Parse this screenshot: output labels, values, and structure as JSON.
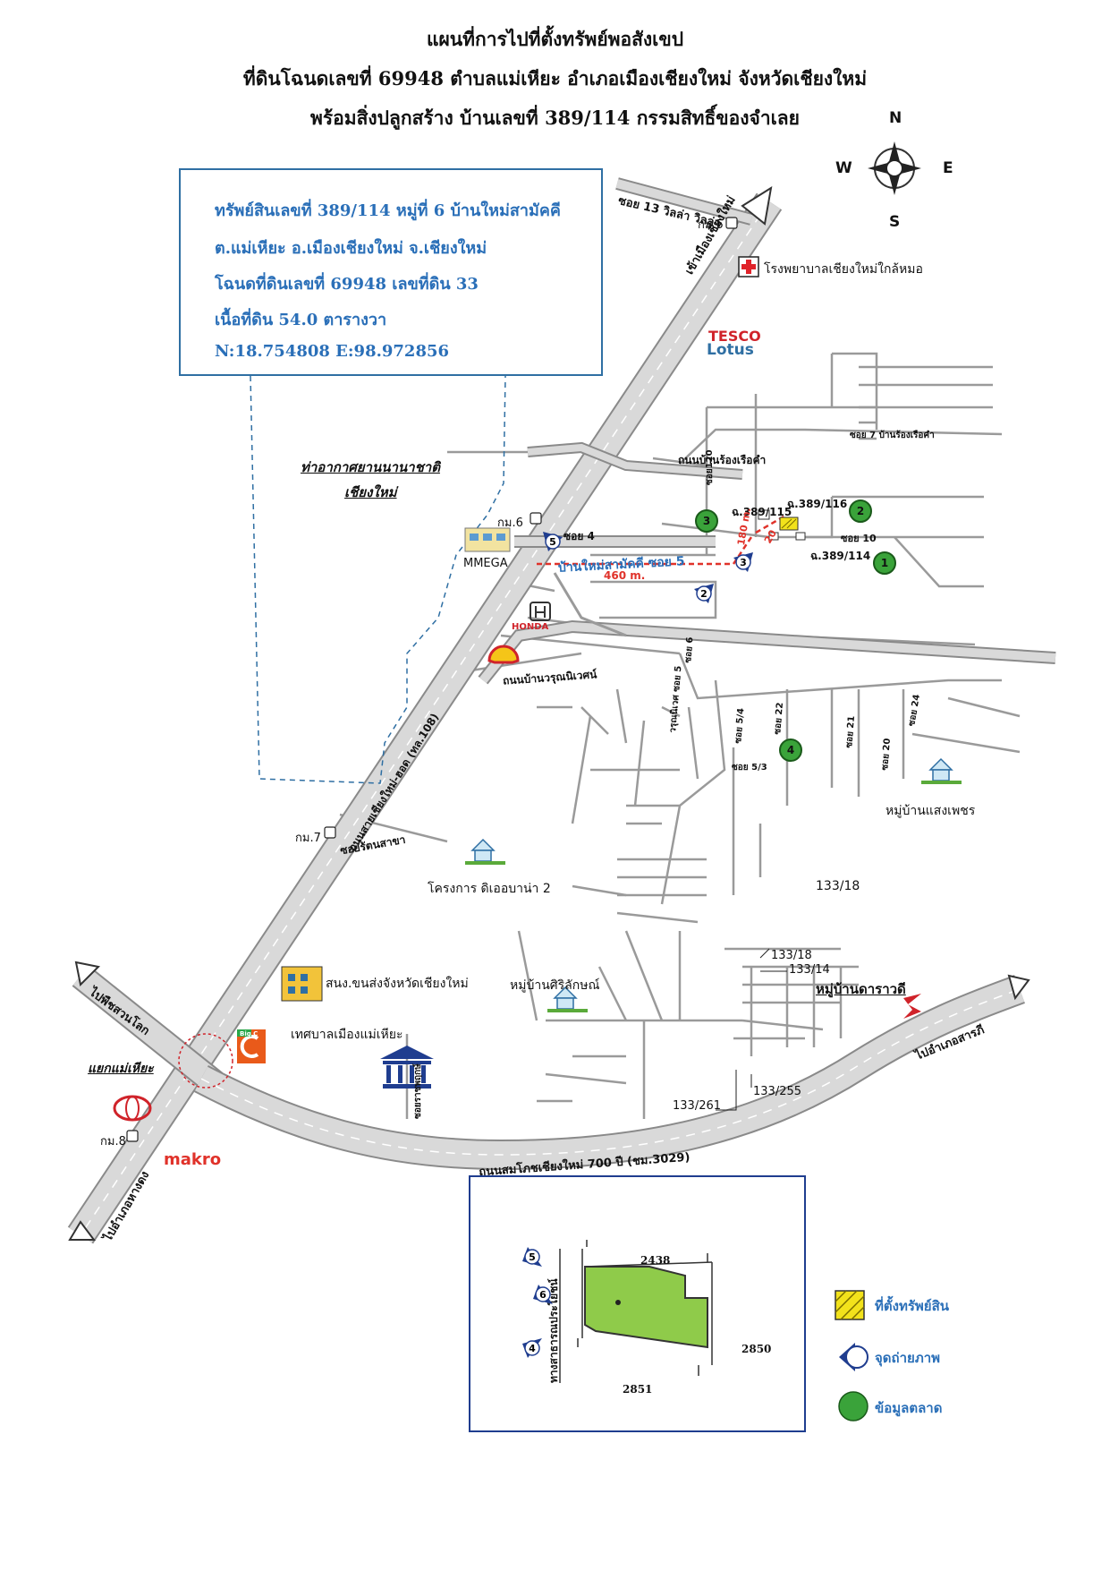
{
  "title": {
    "line1": "แผนที่การไปที่ตั้งทรัพย์พอสังเขป",
    "line2": "ที่ดินโฉนดเลขที่ 69948 ตำบลแม่เหียะ อำเภอเมืองเชียงใหม่ จังหวัดเชียงใหม่",
    "line3": "พร้อมสิ่งปลูกสร้าง  บ้านเลขที่ 389/114  กรรมสิทธิ์ของจำเลย"
  },
  "compass": {
    "n": "N",
    "s": "S",
    "e": "E",
    "w": "W"
  },
  "property_info": {
    "line1": "ทรัพย์สินเลขที่ 389/114 หมู่ที่ 6 บ้านใหม่สามัคคี",
    "line2": "ต.แม่เหียะ  อ.เมืองเชียงใหม่  จ.เชียงใหม่",
    "line3": "โฉนดที่ดินเลขที่ 69948  เลขที่ดิน 33",
    "line4": "เนื้อที่ดิน 54.0 ตารางวา",
    "coords": "N:18.754808   E:98.972856"
  },
  "map_labels": {
    "soi13": "ซอย 13 วิลล่า วิลล่า",
    "km5": "กม.5",
    "hospital": "โรงพยาบาลเชียงใหม่ใกล้หมอ",
    "to_city": "เข้าเมืองเชียงใหม่",
    "tesco1": "TESCO",
    "tesco2": "Lotus",
    "soi7": "ซอย 7 บ้านร้องเรือคำ",
    "rong_ruea_kham_rd": "ถนนบ้านร้องเรือคำ",
    "airport1": "ท่าอากาศยานนานาชาติ",
    "airport2": "เชียงใหม่",
    "km6": "กม.6",
    "soi4": "ซอย 4",
    "mmega": "MMEGA",
    "soi120": "ซอย120",
    "h389_115": "ฉ.389/115",
    "h389_116": "ฉ.389/116",
    "h389_114": "ฉ.389/114",
    "soi10": "ซอย 10",
    "m180": "180 m.",
    "m20": "20",
    "m460": "460 m.",
    "samakkhi_soi5": "บ้านใหม่สามัคคี  ซอย 5",
    "honda": "HONDA",
    "soi6": "ซอย 6",
    "worunniwet_rd": "ถนนบ้านวรุณนิเวศน์",
    "worunniwet5": "วรุณนิเวศ ซอย 5",
    "soi5_4": "ซอย 5/4",
    "soi5_3": "ซอย 5/3",
    "soi22": "ซอย 22",
    "soi21": "ซอย 21",
    "soi20": "ซอย 20",
    "soi24": "ซอย 24",
    "saengphet": "หมู่บ้านแสงเพชร",
    "highway108": "ถนนสายเชียงใหม่-ฮอด (ทล.108)",
    "km7": "กม.7",
    "soi_rattan": "ซอยรัตนสาขา",
    "the_bana": "โครงการ ดิเออบาน่า 2",
    "n133_18a": "133/18",
    "n133_18b": "133/18",
    "n133_14": "133/14",
    "darawadee": "หมู่บ้านดาราวดี",
    "transport": "สนง.ขนส่งจังหวัดเชียงใหม่",
    "sirilak": "หมู่บ้านศิริลักษณ์",
    "to_suan_lok": "ไปพืชสวนโลก",
    "mae_hia_jct": "แยกแม่เหียะ",
    "municipality": "เทศบาลเมืองแม่เหียะ",
    "soi_ratchaphruek": "ซอยราชพฤกษ์",
    "to_saraphi": "ไปอำเภอสารภี",
    "n133_261": "133/261",
    "n133_255": "133/255",
    "km8": "กม.8",
    "makro": "makro",
    "ring_rd": "ถนนสมโภชเชียงใหม่ 700 ปี (ชม.3029)",
    "to_hang_dong": "ไปอำเภอหางดง",
    "bigc": "Big C"
  },
  "green_markers": [
    "3",
    "2",
    "1",
    "4"
  ],
  "photo_markers": [
    "5",
    "3",
    "2"
  ],
  "inset": {
    "n2438": "2438",
    "n2850": "2850",
    "n2851": "2851",
    "public_way": "ทางสาธารณประโยชน์",
    "photo_markers": [
      "5",
      "6",
      "4"
    ]
  },
  "legend": {
    "property": "ที่ตั้งทรัพย์สิน",
    "photo_point": "จุดถ่ายภาพ",
    "market_data": "ข้อมูลตลาด"
  },
  "colors": {
    "road_fill": "#d9d9d9",
    "road_edge": "#8a8a8a",
    "info_blue": "#2a6fb8",
    "green_marker": "#3aa33a",
    "red_dashed": "#e0322a",
    "inset_land": "#8fcb4a"
  }
}
